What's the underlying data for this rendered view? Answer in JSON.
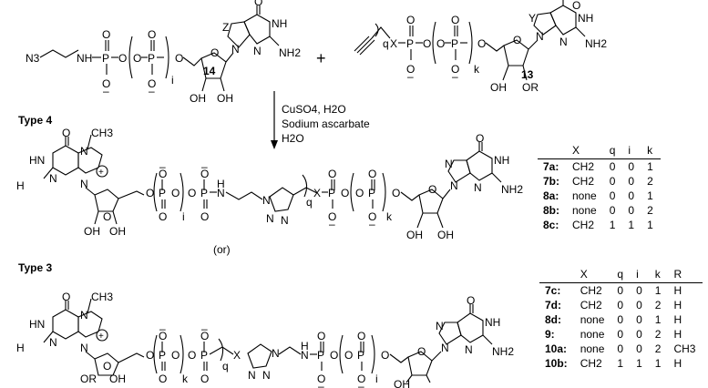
{
  "reagents": [
    "CuSO4, H2O",
    "Sodium ascarbate",
    "H2O"
  ],
  "plus": "+",
  "or_text": "(or)",
  "types": {
    "type4": "Type 4",
    "type3": "Type 3"
  },
  "compounds": {
    "c14": "14",
    "c13": "13"
  },
  "atoms": {
    "N3": "N3",
    "H": "H",
    "N": "N",
    "O": "O",
    "P": "P",
    "X": "X",
    "Z": "Z",
    "Y": "Y",
    "NH": "NH",
    "NH2": "NH2",
    "OH": "OH",
    "OR": "OR",
    "CH3": "CH3",
    "i": "i",
    "k": "k",
    "q": "q",
    "minus": "–",
    "plus_charge": "+",
    "HN": "HN"
  },
  "table1": {
    "headers": [
      "X",
      "q",
      "i",
      "k"
    ],
    "rows": [
      [
        "7a:",
        "CH2",
        "0",
        "0",
        "1"
      ],
      [
        "7b:",
        "CH2",
        "0",
        "0",
        "2"
      ],
      [
        "8a:",
        "none",
        "0",
        "0",
        "1"
      ],
      [
        "8b:",
        "none",
        "0",
        "0",
        "2"
      ],
      [
        "8c:",
        "CH2",
        "1",
        "1",
        "1"
      ]
    ]
  },
  "table2": {
    "headers": [
      "X",
      "q",
      "i",
      "k",
      "R"
    ],
    "rows": [
      [
        "7c:",
        "CH2",
        "0",
        "0",
        "1",
        "H"
      ],
      [
        "7d:",
        "CH2",
        "0",
        "0",
        "2",
        "H"
      ],
      [
        "8d:",
        "none",
        "0",
        "0",
        "1",
        "H"
      ],
      [
        "9:",
        "none",
        "0",
        "0",
        "2",
        "H"
      ],
      [
        "10a:",
        "none",
        "0",
        "0",
        "2",
        "CH3"
      ],
      [
        "10b:",
        "CH2",
        "1",
        "1",
        "1",
        "H"
      ]
    ]
  }
}
